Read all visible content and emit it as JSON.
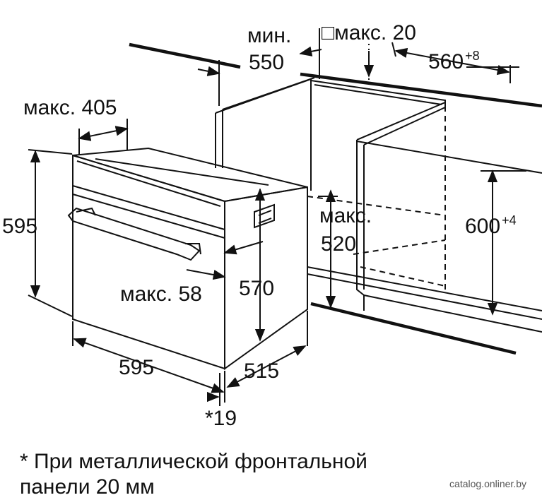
{
  "labels": {
    "min_label": "мин.",
    "min_value": "550",
    "max20": "□макс. 20",
    "w560": "560",
    "w560_tol": "+8",
    "max405": "макс. 405",
    "h595": "595",
    "h600": "600",
    "h600_tol": "+4",
    "max520_label": "макс.",
    "max520_value": "520",
    "h570": "570",
    "max58": "макс. 58",
    "w595": "595",
    "d515": "515",
    "note19": "*19"
  },
  "footnote": {
    "line1": "* При металлической фронтальной",
    "line2": "панели 20 мм"
  },
  "watermark": "catalog.onliner.by"
}
